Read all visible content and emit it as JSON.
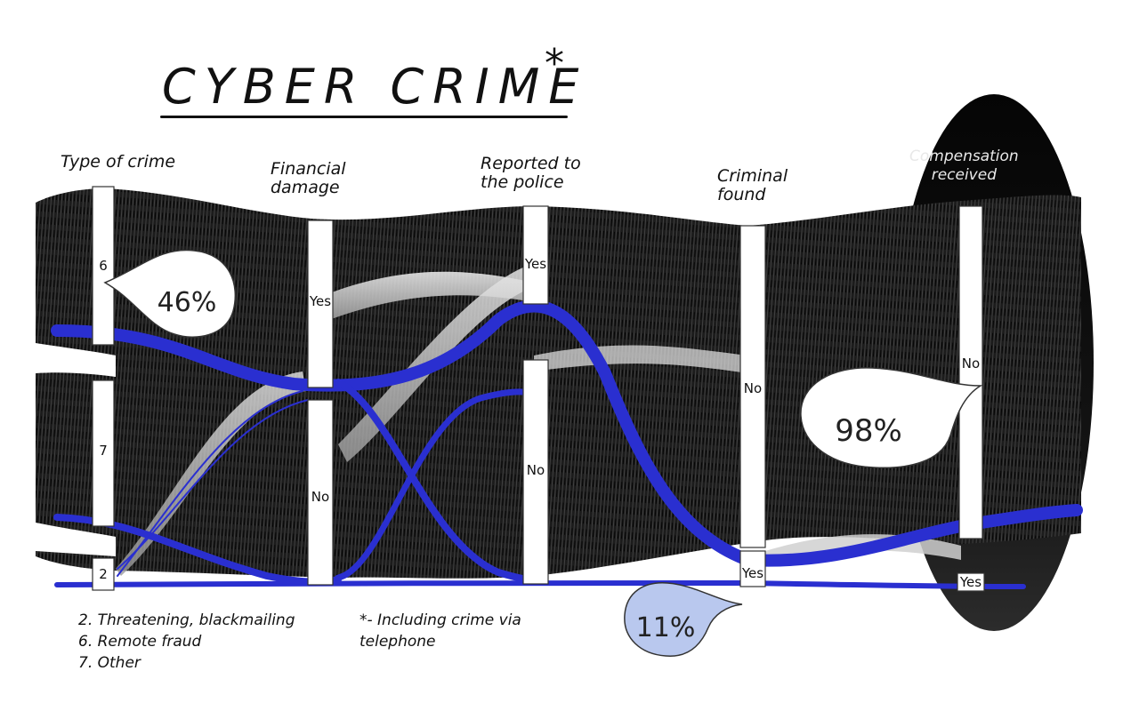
{
  "title": "CYBER CRIME",
  "title_mark": "*",
  "columns": {
    "type_of_crime": "Type of crime",
    "financial_damage": "Financial\ndamage",
    "reported": "Reported to\nthe police",
    "criminal_found": "Criminal\nfound",
    "compensation": "Compensation\nreceived"
  },
  "bar_labels": {
    "crime_6": "6",
    "crime_7": "7",
    "crime_2": "2",
    "fin_yes": "Yes",
    "fin_no": "No",
    "rep_yes": "Yes",
    "rep_no": "No",
    "found_no": "No",
    "found_yes": "Yes",
    "comp_no": "No",
    "comp_yes": "Yes"
  },
  "bubbles": {
    "share_46": "46%",
    "share_98": "98%",
    "share_11": "11%"
  },
  "legend": {
    "item_2": "2. Threatening, blackmailing",
    "item_6": "6. Remote fraud",
    "item_7": "7. Other"
  },
  "footnote": "*- Including crime via\ntelephone",
  "colors": {
    "ink": "#111111",
    "highlight_flow": "#2a2fd0",
    "bubble_11_fill": "#b9c8ee",
    "bar_fill": "#ffffff"
  }
}
